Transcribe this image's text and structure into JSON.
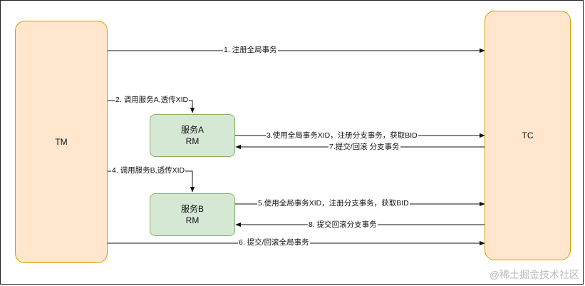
{
  "nodes": {
    "tm": {
      "label": "TM"
    },
    "tc": {
      "label": "TC"
    },
    "service_a": {
      "line1": "服务A",
      "line2": "RM"
    },
    "service_b": {
      "line1": "服务B",
      "line2": "RM"
    }
  },
  "edges": {
    "e1": "1. 注册全局事务",
    "e2": "2. 调用服务A,透传XID",
    "e3": "3.使用全局事务XID，注册分支事务，获取BID",
    "e7": "7.提交/回滚 分支事务",
    "e4": "4. 调用服务B,透传XID",
    "e5": "5.使用全局事务XID，注册分支事务，获取BID",
    "e8": "8. 提交回滚分支事务",
    "e6": "6. 提交/回滚全局事务"
  },
  "watermark": "@稀土掘金技术社区",
  "colors": {
    "big_fill": "#ffe6cc",
    "big_stroke": "#d79b00",
    "svc_fill": "#d5e8d4",
    "svc_stroke": "#82b366",
    "edge": "#111111"
  }
}
